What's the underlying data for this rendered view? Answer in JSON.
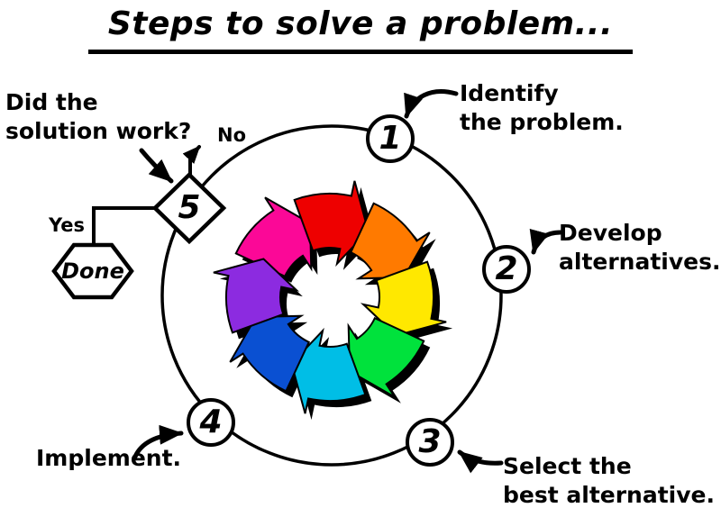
{
  "title": "Steps to solve a problem...",
  "cycle": {
    "step1": {
      "number": "1",
      "label": "Identify\nthe problem."
    },
    "step2": {
      "number": "2",
      "label": "Develop\nalternatives."
    },
    "step3": {
      "number": "3",
      "label": "Select the\nbest alternative."
    },
    "step4": {
      "number": "4",
      "label": "Implement."
    },
    "step5": {
      "number": "5",
      "label": "Did the\nsolution work?"
    }
  },
  "decision": {
    "no": "No",
    "yes": "Yes",
    "done": "Done"
  },
  "colors": {
    "magenta": "#FB0897",
    "red": "#EE0000",
    "orange": "#FF7A00",
    "yellow": "#FFE800",
    "green": "#00E23C",
    "cyan": "#00BEE6",
    "blue": "#0A50D2",
    "purple": "#8C2BE0",
    "ink": "#000000"
  }
}
